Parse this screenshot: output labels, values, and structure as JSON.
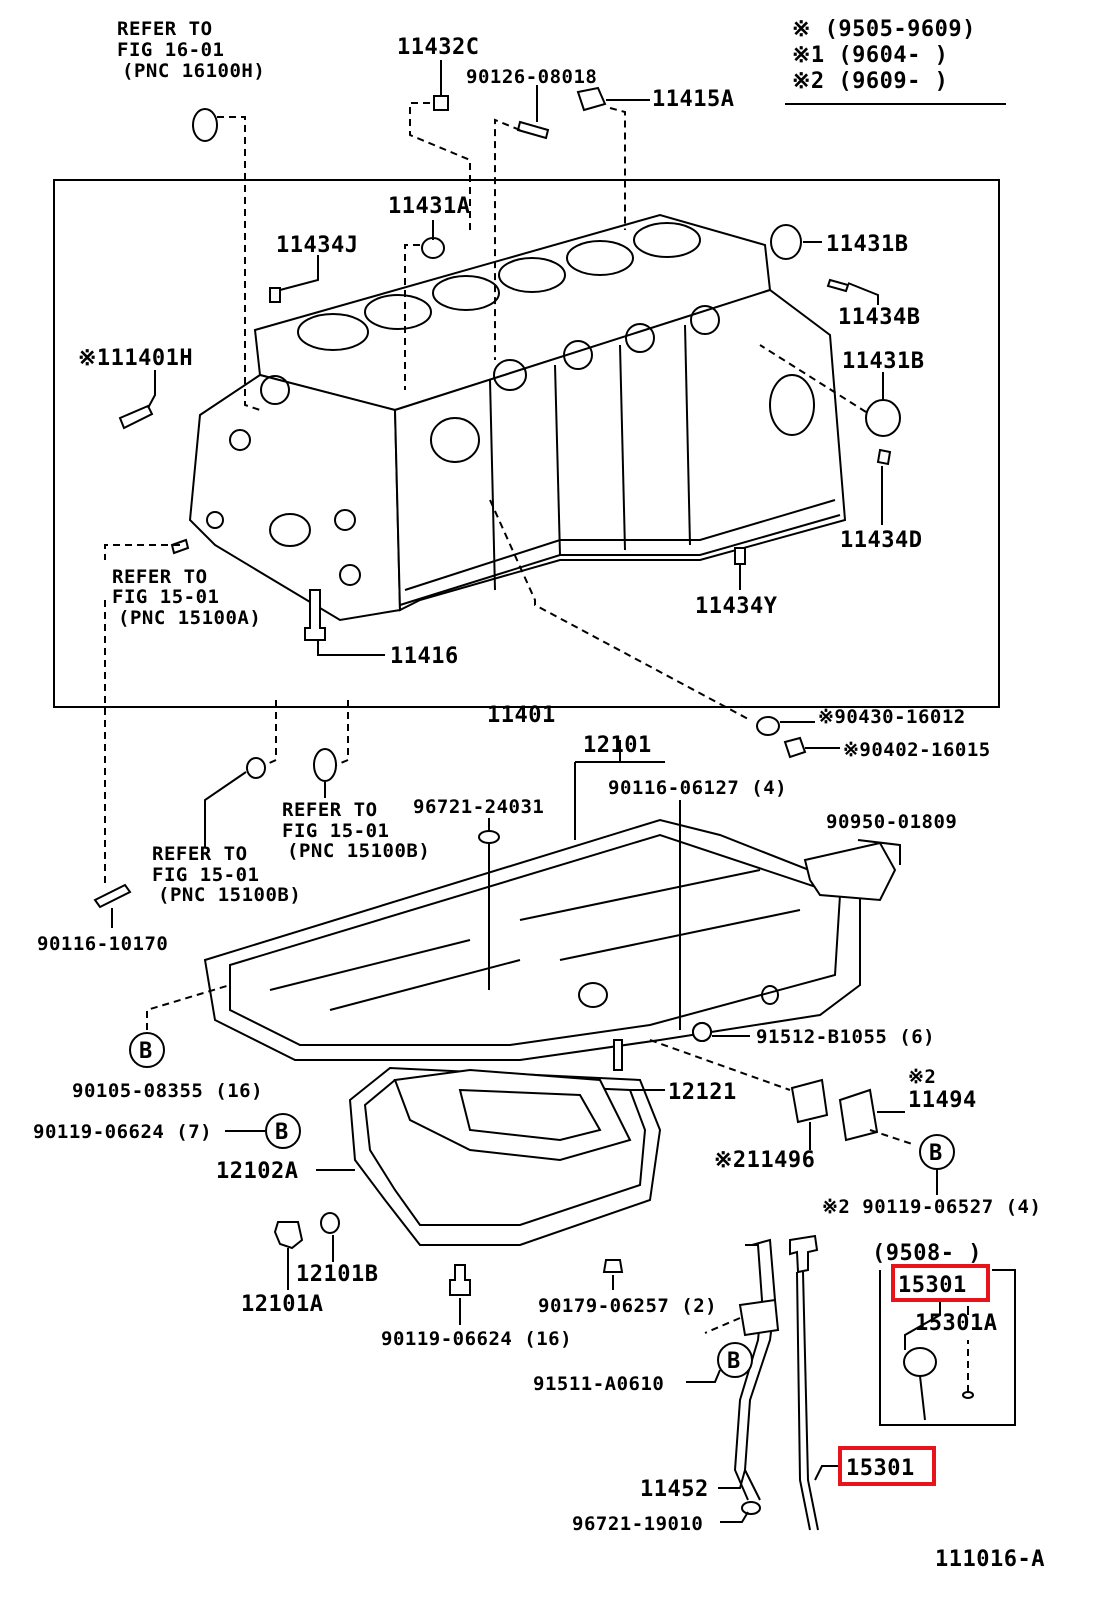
{
  "legend": {
    "row0": "※  (9505-9609)",
    "row1": "※1 (9604-     )",
    "row2": "※2 (9609-     )"
  },
  "labels": {
    "refer_16_line1": "REFER TO",
    "refer_16_line2": "FIG 16-01",
    "refer_16_line3": "(PNC 16100H)",
    "p11432C": "11432C",
    "p90126_08018": "90126-08018",
    "p11415A": "11415A",
    "p11431A": "11431A",
    "p11434J": "11434J",
    "p11431B_top": "11431B",
    "p11434B": "11434B",
    "p11431B_mid": "11431B",
    "p111401H": "※111401H",
    "p11434D": "11434D",
    "refer_15a_line1": "REFER TO",
    "refer_15a_line2": "FIG 15-01",
    "refer_15a_line3": "(PNC 15100A)",
    "p11434Y": "11434Y",
    "p11416": "11416",
    "p11401": "11401",
    "p90430_16012": "※90430-16012",
    "p90402_16015": "※90402-16015",
    "p12101": "12101",
    "p96721_24031": "96721-24031",
    "p90116_06127": "90116-06127 (4)",
    "refer_15b1_line1": "REFER TO",
    "refer_15b1_line2": "FIG 15-01",
    "refer_15b1_line3": "(PNC 15100B)",
    "refer_15b2_line1": "REFER TO",
    "refer_15b2_line2": "FIG 15-01",
    "refer_15b2_line3": "(PNC 15100B)",
    "p90950_01809": "90950-01809",
    "p90116_10170": "90116-10170",
    "p91512_B1055": "91512-B1055 (6)",
    "p90105_08355": "90105-08355 (16)",
    "p12121": "12121",
    "p11494_mark": "※2",
    "p11494": "11494",
    "p90119_06624_7": "90119-06624 (7)",
    "p12102A": "12102A",
    "p211496": "※211496",
    "p90119_06527": "※2 90119-06527 (4)",
    "p9508": "(9508-     )",
    "p15301_box": "15301",
    "p12101B": "12101B",
    "p15301A": "15301A",
    "p12101A": "12101A",
    "p90179_06257": "90179-06257 (2)",
    "p90119_06624_16": "90119-06624 (16)",
    "p91511_A0610": "91511-A0610",
    "p15301_bottom": "15301",
    "p11452": "11452",
    "p96721_19010": "96721-19010",
    "figure_id": "111016-A",
    "b_callout": "B"
  },
  "colors": {
    "line": "#000000",
    "highlight": "#e8141c",
    "background": "#ffffff"
  }
}
